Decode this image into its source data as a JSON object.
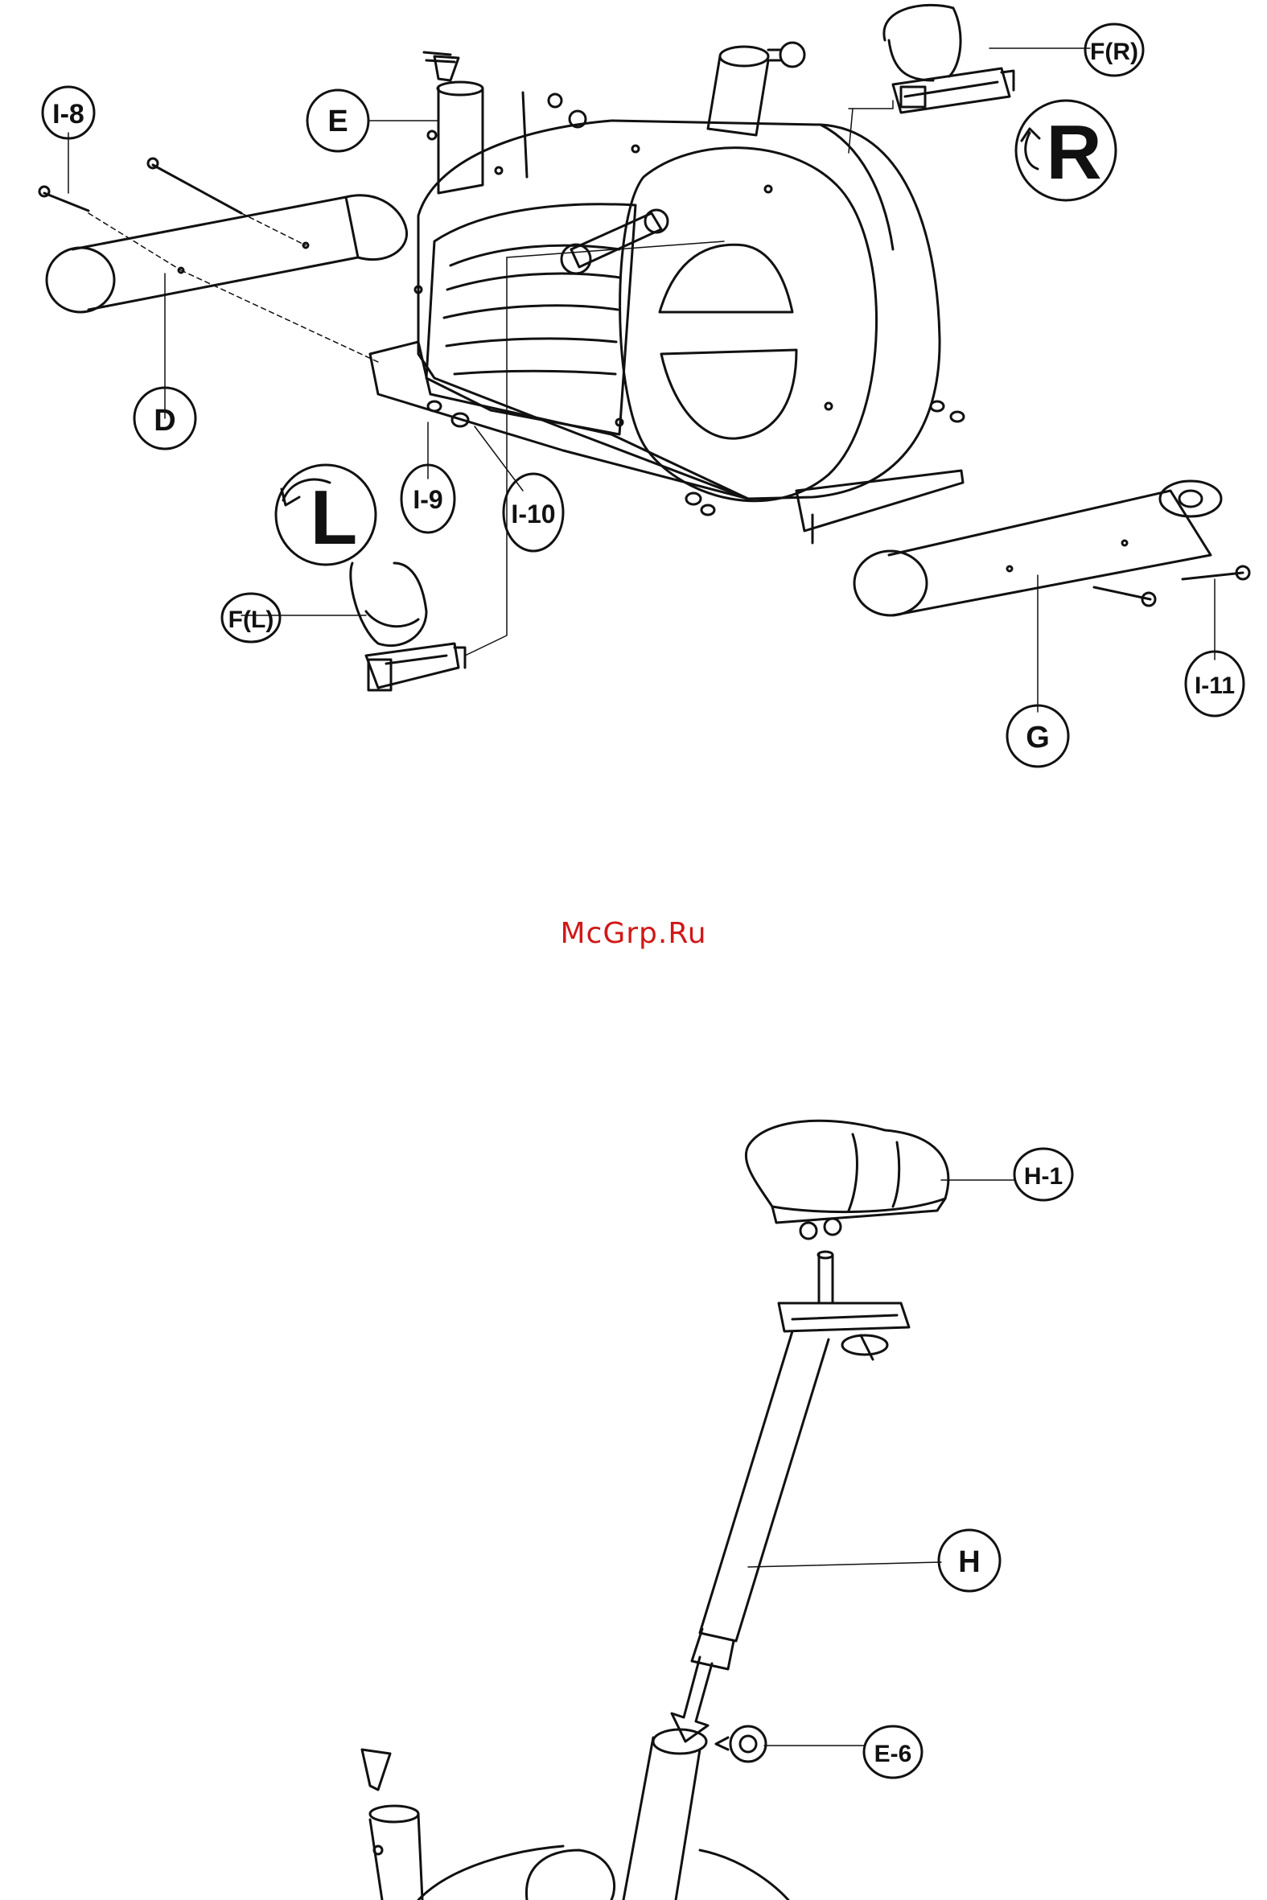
{
  "colors": {
    "line": "#111111",
    "watermark": "#d01818",
    "paper": "#ffffff"
  },
  "watermark": "McGrp.Ru",
  "labels": {
    "I8": "I-8",
    "E": "E",
    "FR": "F(R)",
    "R": "R",
    "D": "D",
    "L": "L",
    "I9": "I-9",
    "I10": "I-10",
    "FL": "F(L)",
    "I11": "I-11",
    "G": "G",
    "H1": "H-1",
    "H": "H",
    "E6": "E-6"
  }
}
